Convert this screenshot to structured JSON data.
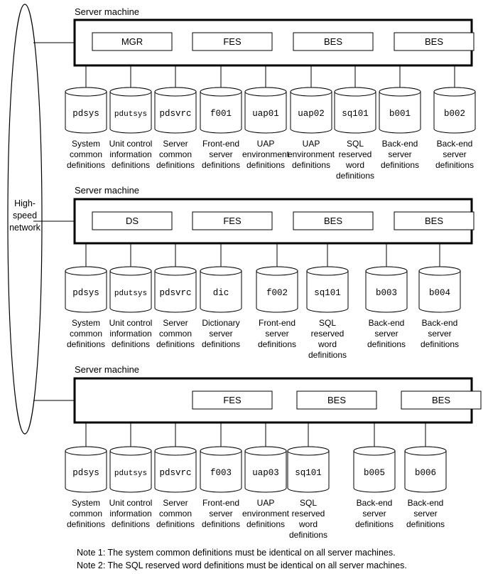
{
  "network": {
    "label": "High-speed network",
    "lines": [
      "High-",
      "speed",
      "network"
    ]
  },
  "machines": [
    {
      "title": "Server machine",
      "units": [
        "MGR",
        "FES",
        "BES",
        "BES"
      ],
      "definitions": [
        {
          "file": "pdsys",
          "desc": [
            "System",
            "common",
            "definitions"
          ]
        },
        {
          "file": "pdutsys",
          "desc": [
            "Unit control",
            "information",
            "definitions"
          ]
        },
        {
          "file": "pdsvrc",
          "desc": [
            "Server",
            "common",
            "definitions"
          ]
        },
        {
          "file": "f001",
          "desc": [
            "Front-end",
            "server",
            "definitions"
          ]
        },
        {
          "file": "uap01",
          "desc": [
            "UAP",
            "environment",
            "definitions"
          ]
        },
        {
          "file": "uap02",
          "desc": [
            "UAP",
            "environment",
            "definitions"
          ]
        },
        {
          "file": "sq101",
          "desc": [
            "SQL",
            "reserved",
            "word",
            "definitions"
          ]
        },
        {
          "file": "b001",
          "desc": [
            "Back-end",
            "server",
            "definitions"
          ]
        },
        {
          "file": "b002",
          "desc": [
            "Back-end",
            "server",
            "definitions"
          ]
        }
      ]
    },
    {
      "title": "Server machine",
      "units": [
        "DS",
        "FES",
        "BES",
        "BES"
      ],
      "definitions": [
        {
          "file": "pdsys",
          "desc": [
            "System",
            "common",
            "definitions"
          ]
        },
        {
          "file": "pdutsys",
          "desc": [
            "Unit control",
            "information",
            "definitions"
          ]
        },
        {
          "file": "pdsvrc",
          "desc": [
            "Server",
            "common",
            "definitions"
          ]
        },
        {
          "file": "dic",
          "desc": [
            "Dictionary",
            "server",
            "definitions"
          ]
        },
        {
          "file": "f002",
          "desc": [
            "Front-end",
            "server",
            "definitions"
          ]
        },
        {
          "file": "sq101",
          "desc": [
            "SQL",
            "reserved",
            "word",
            "definitions"
          ]
        },
        {
          "file": "b003",
          "desc": [
            "Back-end",
            "server",
            "definitions"
          ]
        },
        {
          "file": "b004",
          "desc": [
            "Back-end",
            "server",
            "definitions"
          ]
        }
      ]
    },
    {
      "title": "Server machine",
      "units": [
        "FES",
        "BES",
        "BES"
      ],
      "definitions": [
        {
          "file": "pdsys",
          "desc": [
            "System",
            "common",
            "definitions"
          ]
        },
        {
          "file": "pdutsys",
          "desc": [
            "Unit control",
            "information",
            "definitions"
          ]
        },
        {
          "file": "pdsvrc",
          "desc": [
            "Server",
            "common",
            "definitions"
          ]
        },
        {
          "file": "f003",
          "desc": [
            "Front-end",
            "server",
            "definitions"
          ]
        },
        {
          "file": "uap03",
          "desc": [
            "UAP",
            "environment",
            "definitions"
          ]
        },
        {
          "file": "sq101",
          "desc": [
            "SQL",
            "reserved",
            "word",
            "definitions"
          ]
        },
        {
          "file": "b005",
          "desc": [
            "Back-end",
            "server",
            "definitions"
          ]
        },
        {
          "file": "b006",
          "desc": [
            "Back-end",
            "server",
            "definitions"
          ]
        }
      ]
    }
  ],
  "notes": [
    "Note 1: The system common definitions must be identical on all server machines.",
    "Note 2: The SQL reserved word definitions must be identical on all server machines."
  ]
}
